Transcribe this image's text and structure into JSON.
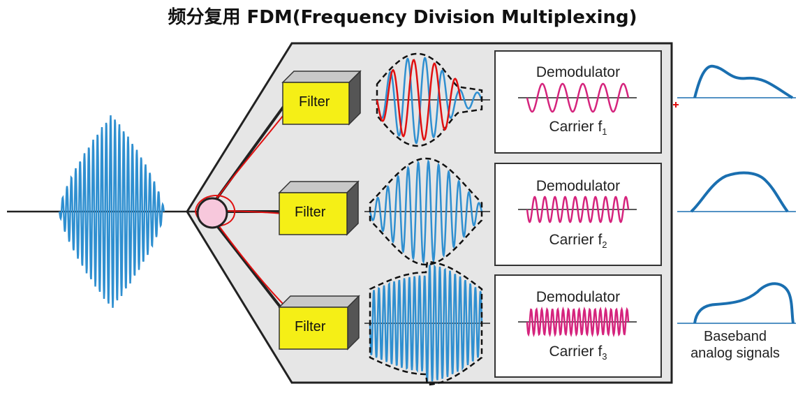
{
  "title": "频分复用 FDM(Frequency Division Multiplexing)",
  "filters": [
    {
      "label": "Filter"
    },
    {
      "label": "Filter"
    },
    {
      "label": "Filter"
    }
  ],
  "demodulators": [
    {
      "label": "Demodulator",
      "carrier": "Carrier f",
      "subscript": "1"
    },
    {
      "label": "Demodulator",
      "carrier": "Carrier f",
      "subscript": "2"
    },
    {
      "label": "Demodulator",
      "carrier": "Carrier f",
      "subscript": "3"
    }
  ],
  "baseband_caption_line1": "Baseband",
  "baseband_caption_line2": "analog signals",
  "colors": {
    "signal": "#2f8fd0",
    "carrier": "#d5247d",
    "filter_face": "#f5ef16",
    "panel": "#e6e6e6",
    "annotation": "#e01010",
    "baseband": "#1a6fb0"
  }
}
